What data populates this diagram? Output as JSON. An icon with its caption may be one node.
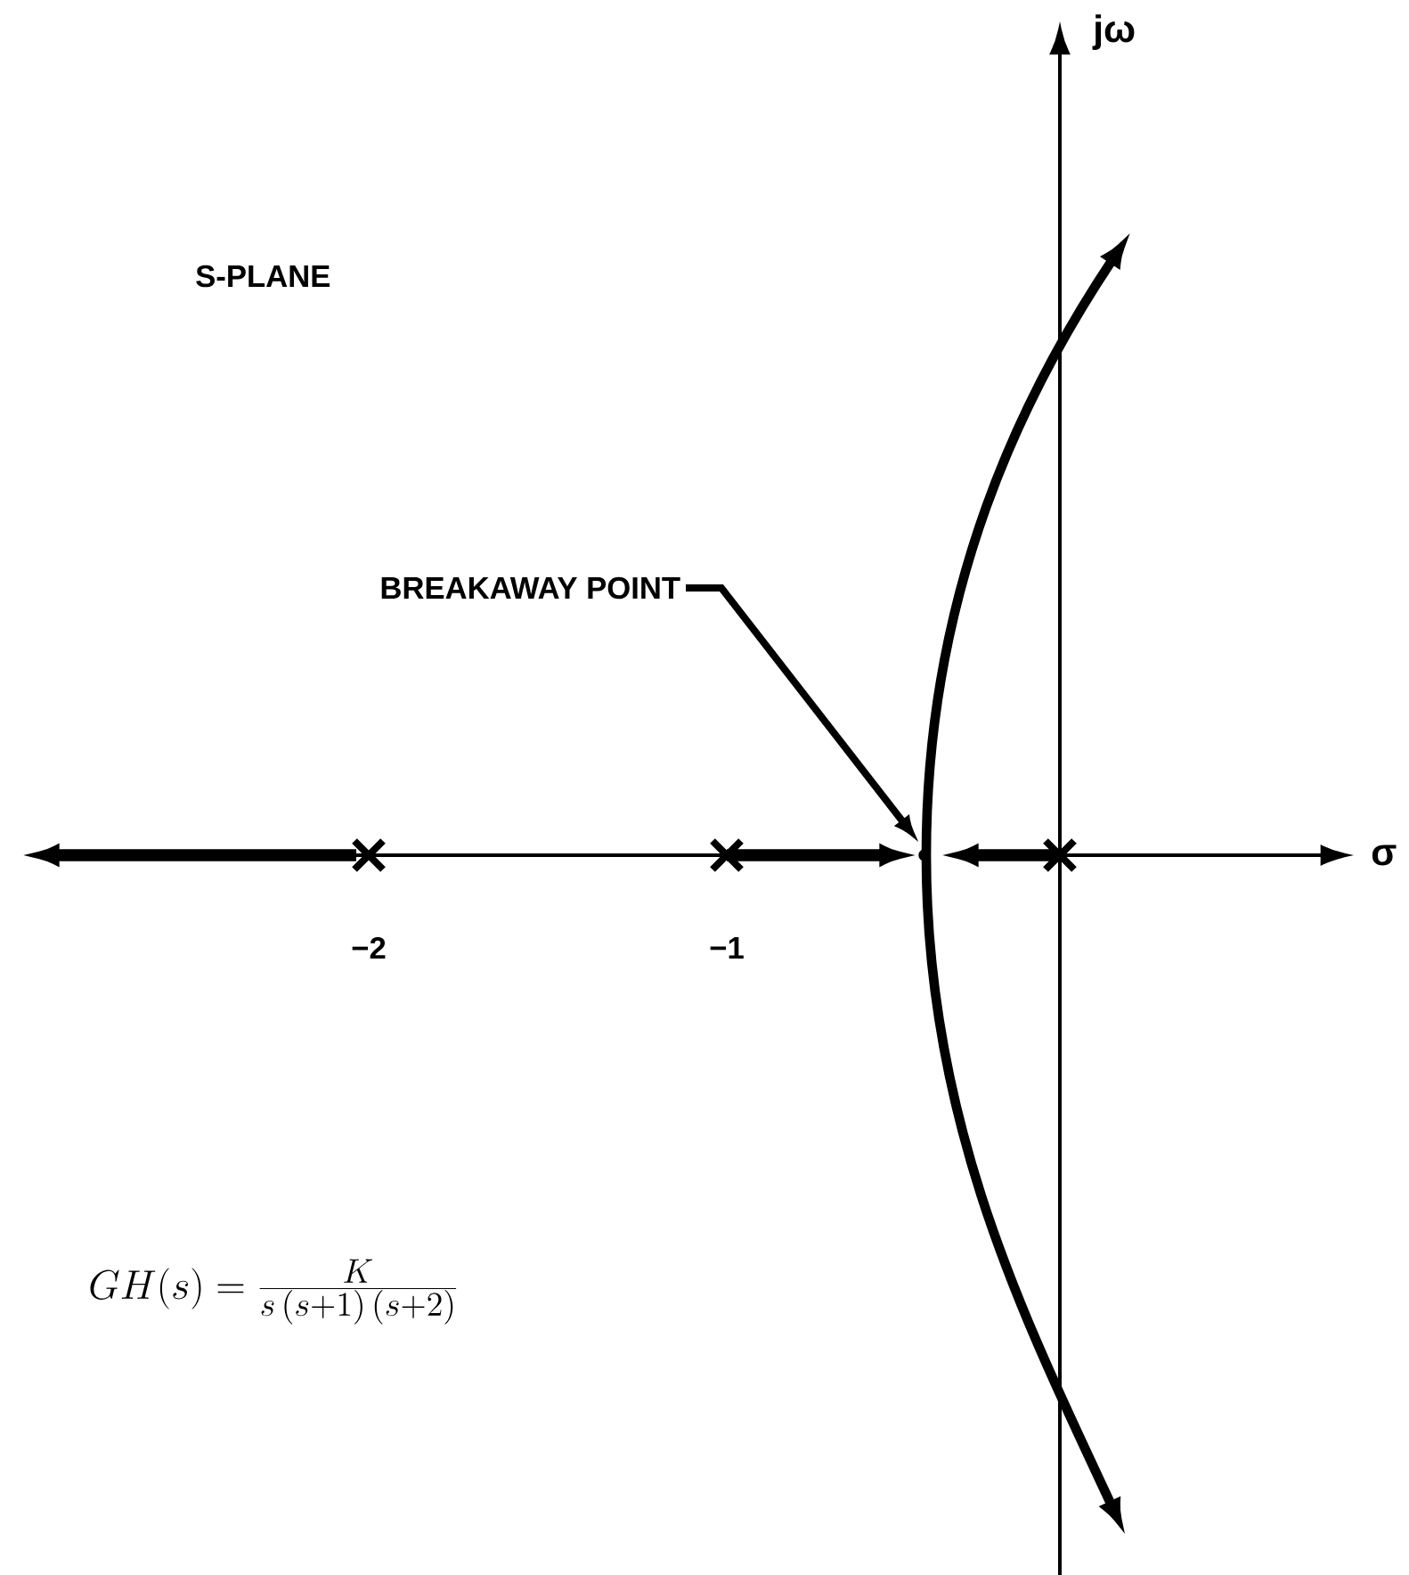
{
  "diagram": {
    "nodes": [
      {
        "text": [
          "BREAKAWAY POINT"
        ]
      },
      {
        "text": [],
        "shape": "circle"
      }
    ],
    "edges": [
      {
        "from": 0,
        "to": 1,
        "arrow": "to"
      }
    ],
    "labels": [
      "jω",
      "S-PLANE",
      "−2",
      "−1",
      "σ",
      "GH(s) = \\frac{K}{s\\,(s+1)\\,(s+2)}"
    ]
  }
}
